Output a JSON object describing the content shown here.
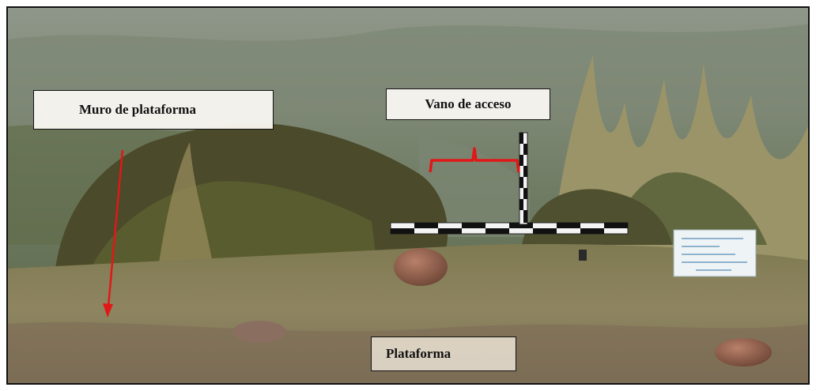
{
  "annotations": {
    "muro_label": "Muro de plataforma",
    "vano_label": "Vano de acceso",
    "plataforma_label": "Plataforma"
  },
  "colors": {
    "annotation_red": "#e01818",
    "frame": "#111111"
  }
}
